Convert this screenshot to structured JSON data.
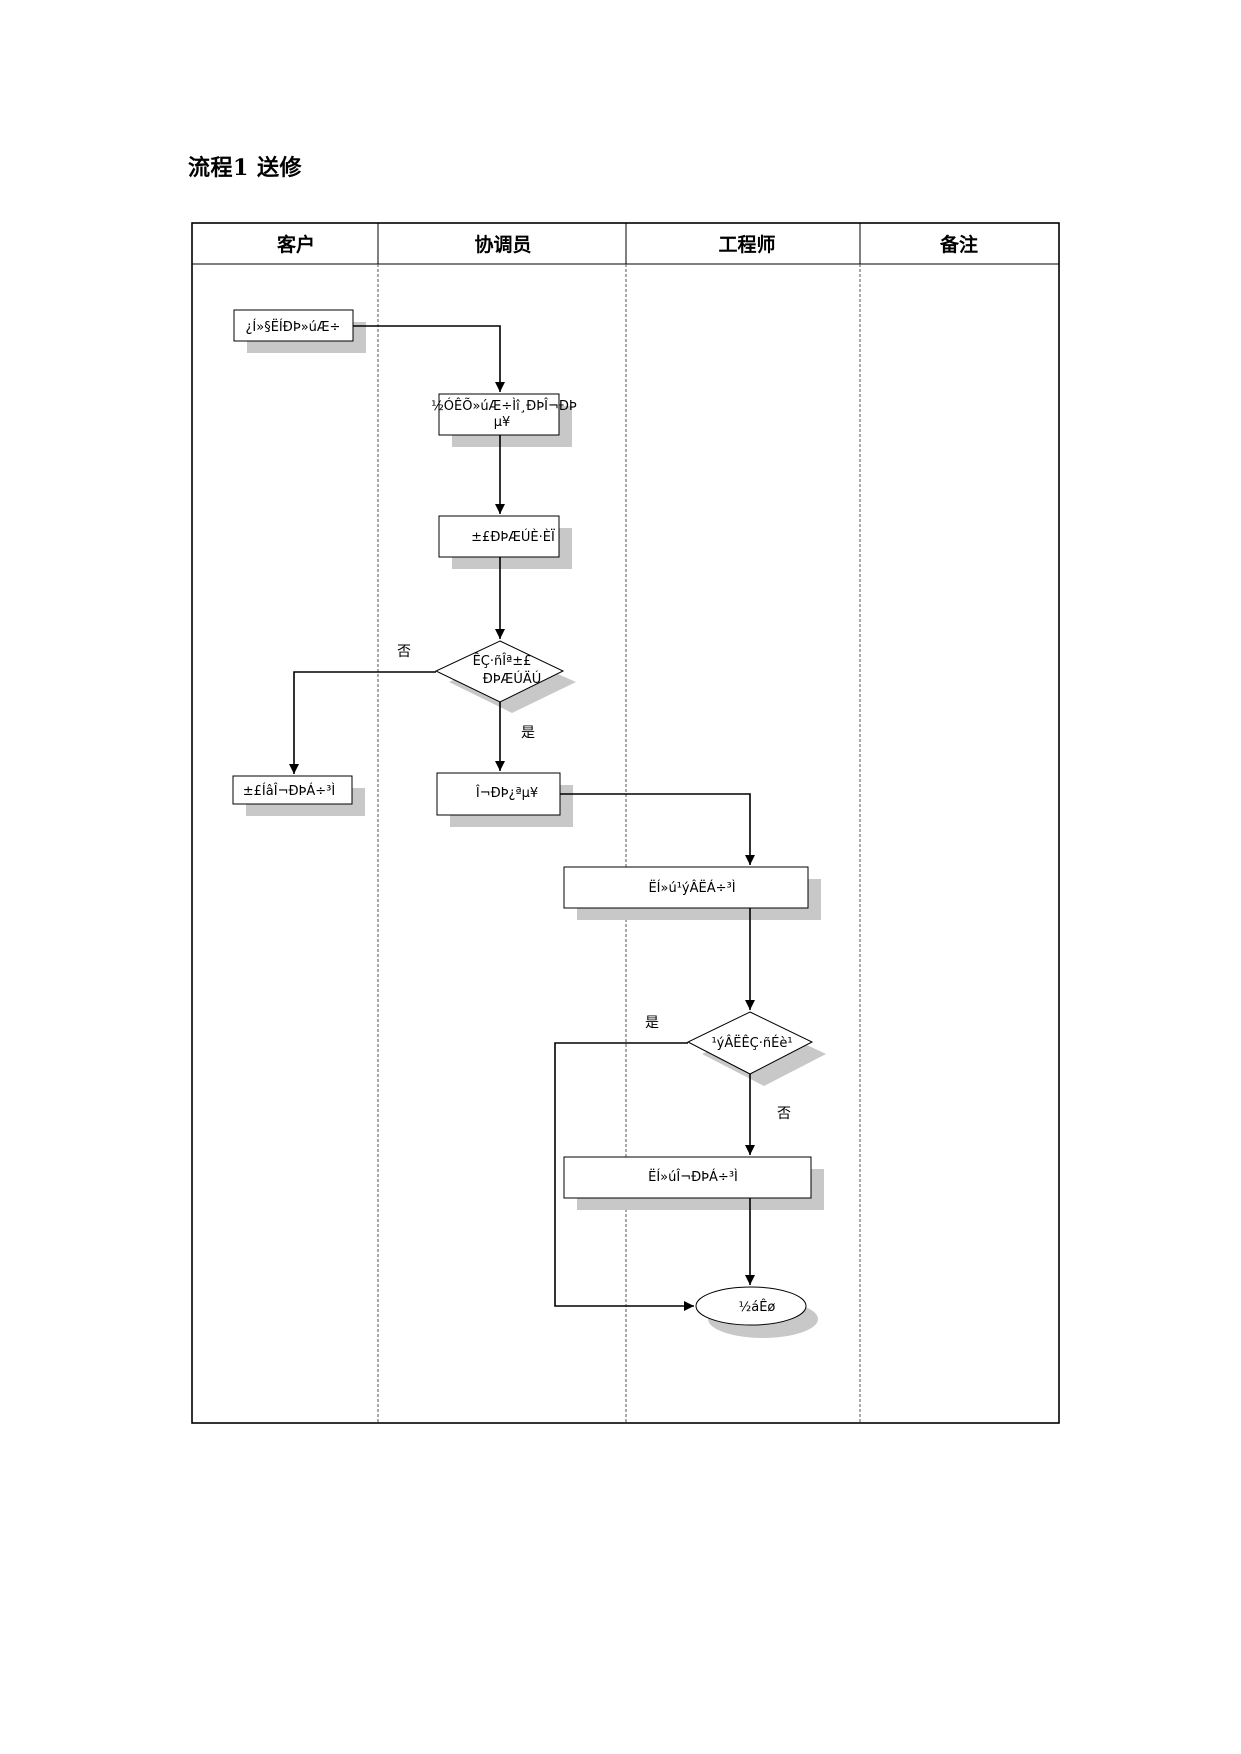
{
  "title": "流程1 送修",
  "lanes": [
    "客户",
    "协调员",
    "工程师",
    "备注"
  ],
  "nodes": {
    "n1": "¿Í»§ËÍÐÞ»úÆ÷",
    "n2_line1": "½ÓÊÕ»úÆ÷Ìî¸ÐÞÎ¬ÐÞ",
    "n2_line2": "µ¥",
    "n3": "±£ÐÞÆÚÈ·ÈÏ",
    "n4_line1": "ÊÇ·ñÎª±£",
    "n4_line2": "ÐÞÆÚÄÚ",
    "n5": "±£ÍâÎ¬ÐÞÁ÷³Ì",
    "n6": "Î¬ÐÞ¿ªµ¥",
    "n7": "ËÍ»ú¹ýÂËÁ÷³Ì",
    "n8": "¹ýÂËÊÇ·ñÉè¹",
    "n9": "ËÍ»úÎ¬ÐÞÁ÷³Ì",
    "n10": "½áÊø"
  },
  "edge_labels": {
    "no1": "否",
    "yes1": "是",
    "yes2": "是",
    "no2": "否"
  }
}
